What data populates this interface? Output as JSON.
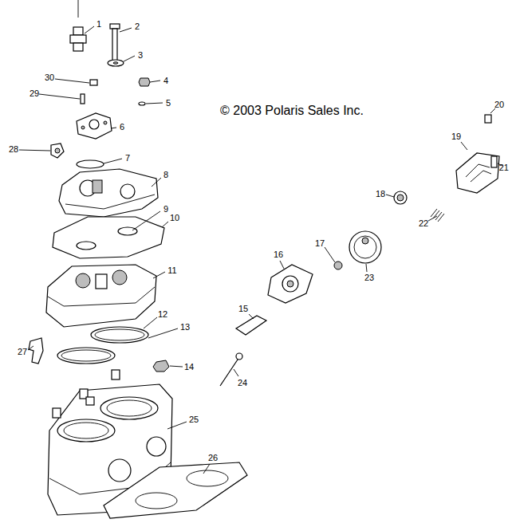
{
  "diagram": {
    "labels": [
      "1",
      "2",
      "3",
      "30",
      "4",
      "29",
      "5",
      "© 2003 Polaris Sales Inc.",
      "6",
      "20",
      "19",
      "21",
      "28",
      "7",
      "8",
      "9",
      "10",
      "18",
      "22",
      "17",
      "11",
      "16",
      "23",
      "15",
      "12",
      "13",
      "27",
      "14",
      "24",
      "25",
      "26"
    ]
  }
}
